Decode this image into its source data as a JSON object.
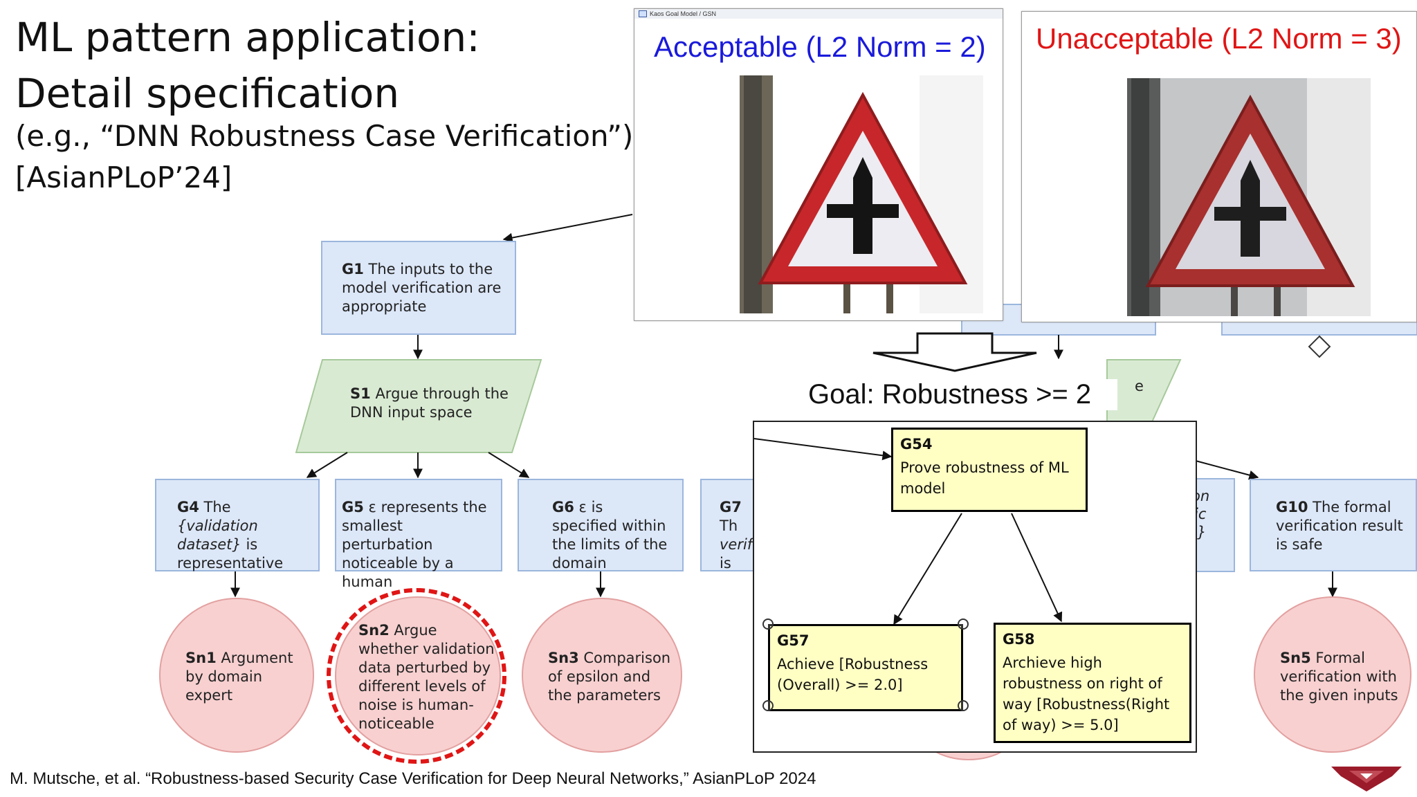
{
  "slide": {
    "title_line1": "ML pattern application:",
    "title_line2": "Detail specification",
    "subtitle_line1": "(e.g., “DNN Robustness Case Verification”)",
    "subtitle_line2": "[AsianPLoP’24]",
    "citation": "M. Mutsche, et al. “Robustness-based Security Case Verification for Deep Neural Networks,” AsianPLoP 2024"
  },
  "gsn": {
    "g1": {
      "id": "G1",
      "text": "The inputs to the model verification are appropriate"
    },
    "s1": {
      "id": "S1",
      "text": "Argue through the DNN input space"
    },
    "g4": {
      "id": "G4",
      "pre": "The ",
      "italic": "{validation dataset}",
      "post": " is representative"
    },
    "g5": {
      "id": "G5",
      "text": "ε represents the smallest perturbation noticeable by a human"
    },
    "g6": {
      "id": "G6",
      "text": "ε is specified within the limits of the domain"
    },
    "g7": {
      "id": "G7",
      "text": "Th",
      "italic": "verific",
      "post": "is app"
    },
    "g9_partial": {
      "line1": "on",
      "line2": "ic",
      "line3": "}"
    },
    "g10": {
      "id": "G10",
      "text": "The formal verification result is safe"
    },
    "s_right_partial": "e",
    "sn1": {
      "id": "Sn1",
      "text": "Argument by domain expert"
    },
    "sn2": {
      "id": "Sn2",
      "text": "Argue whether validation data perturbed by different levels of noise is human-noticeable"
    },
    "sn3": {
      "id": "Sn3",
      "text": "Comparison of epsilon and the parameters"
    },
    "sn5": {
      "id": "Sn5",
      "text": "Formal verification with the given inputs"
    }
  },
  "overlays": {
    "window_caption": "Kaos Goal Model / GSN",
    "acceptable": {
      "title": "Acceptable (L2 Norm = 2)",
      "color": "#1a1adb"
    },
    "unacceptable": {
      "title": "Unacceptable (L2 Norm = 3)",
      "color": "#e01515"
    },
    "robust_goal": "Goal: Robustness >= 2",
    "g54": {
      "id": "G54",
      "text": "Prove robustness of ML model"
    },
    "g57": {
      "id": "G57",
      "text": "Achieve  [Robustness (Overall) >= 2.0]"
    },
    "g58": {
      "id": "G58",
      "text": "Archieve high robustness on right of way [Robustness(Right of way) >= 5.0]"
    }
  },
  "colors": {
    "goal_fill": "#dce7f8",
    "strategy_fill": "#d9ead3",
    "solution_fill": "#f8d0d0",
    "highlight": "#e01515",
    "yellow_goal": "#ffffc4"
  }
}
